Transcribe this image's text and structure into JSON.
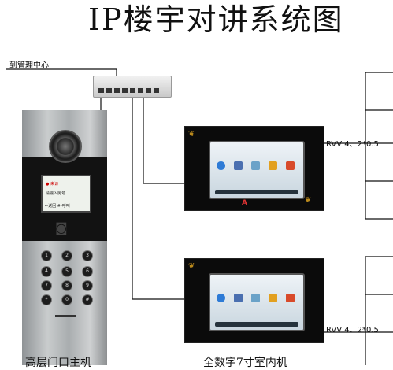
{
  "title": "IP楼宇对讲系统图",
  "labels": {
    "management_center": "到管理中心",
    "cable_top": "RVV 4、2*0.5",
    "cable_bottom": "RVV 4、2*0.5"
  },
  "captions": {
    "door_station": "高层门口主机",
    "indoor_monitor": "全数字7寸室内机"
  },
  "door_station": {
    "screen_line1": "● 来访",
    "screen_line2": "请输入房号",
    "screen_line3": "←返回    #-呼叫",
    "keypad": [
      "1",
      "2",
      "3",
      "4",
      "5",
      "6",
      "7",
      "8",
      "9",
      "*",
      "0",
      "#"
    ]
  },
  "icons": {
    "card_reader": "rfid-card-icon",
    "camera": "camera-lens-icon"
  },
  "colors": {
    "wire": "#111111",
    "panel_black": "#121212",
    "monitor_frame": "#0b0b0b",
    "accent_gold": "#b9891c"
  }
}
